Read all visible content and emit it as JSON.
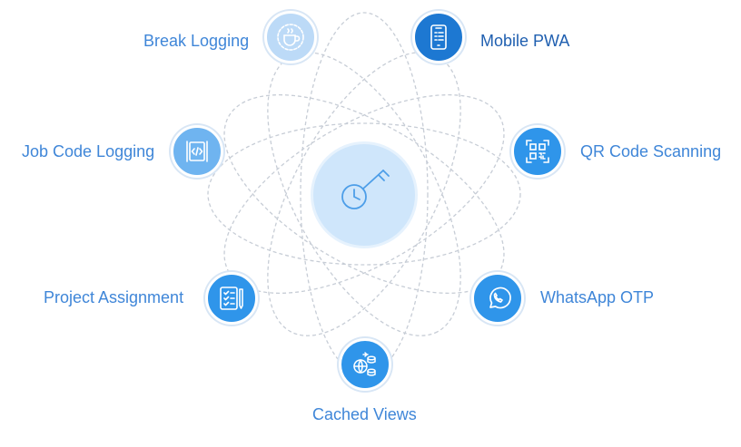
{
  "colors": {
    "light": "#bcdaf7",
    "medium": "#6fb4f0",
    "bright": "#2f95ea",
    "dark": "#1d78d2",
    "label": "#3f86d8",
    "label_dark": "#1f5fb0",
    "orbit": "#c7cdd6"
  },
  "center": {
    "icon": "key-clock-icon"
  },
  "features": [
    {
      "label": "Break Logging",
      "icon": "coffee-cup-icon"
    },
    {
      "label": "Mobile PWA",
      "icon": "mobile-phone-icon"
    },
    {
      "label": "Job Code Logging",
      "icon": "code-file-icon"
    },
    {
      "label": "QR Code Scanning",
      "icon": "qr-code-icon"
    },
    {
      "label": "Project Assignment",
      "icon": "checklist-icon"
    },
    {
      "label": "WhatsApp OTP",
      "icon": "whatsapp-icon"
    },
    {
      "label": "Cached Views",
      "icon": "globe-database-icon"
    }
  ]
}
